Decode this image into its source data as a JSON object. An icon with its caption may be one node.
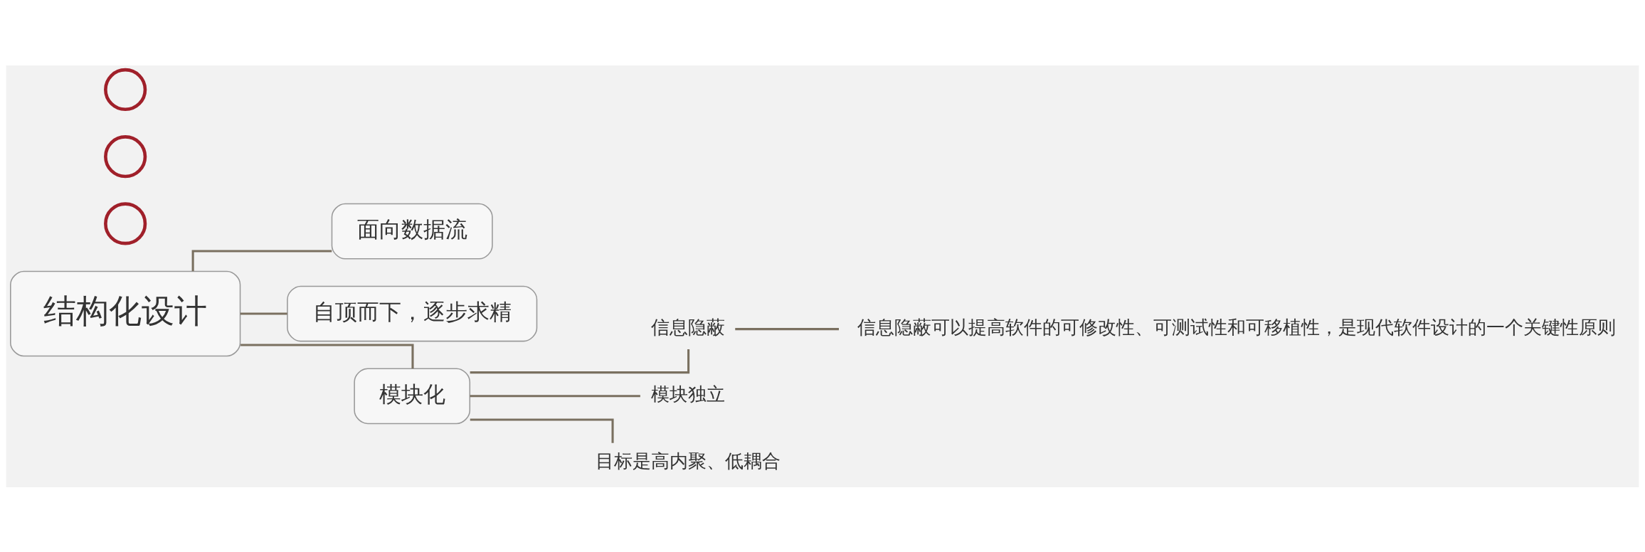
{
  "diagram": {
    "nodes": [
      {
        "text": [
          "结构化设计"
        ]
      },
      {
        "text": [
          "面向数据流"
        ]
      },
      {
        "text": [
          "自顶而下，逐步求精"
        ]
      },
      {
        "text": [
          "模块化"
        ]
      },
      {
        "text": [
          "信息隐蔽"
        ]
      },
      {
        "text": [
          "模块独立"
        ]
      },
      {
        "text": [
          "目标是高内聚、低耦合"
        ]
      },
      {
        "text": [
          "信息隐蔽可以提高软件的可修改性、可测试性和可移植性，是现代软件设计的一个关键性原则"
        ]
      },
      {
        "text": [],
        "shape": "circle"
      },
      {
        "text": [],
        "shape": "circle"
      },
      {
        "text": [],
        "shape": "circle"
      }
    ],
    "edges": [
      {
        "from": 0,
        "to": 1,
        "arrow": "none"
      },
      {
        "from": 0,
        "to": 2,
        "arrow": "none"
      },
      {
        "from": 0,
        "to": 3,
        "arrow": "none"
      },
      {
        "from": 3,
        "to": 4,
        "arrow": "none"
      },
      {
        "from": 3,
        "to": 5,
        "arrow": "none"
      },
      {
        "from": 3,
        "to": 6,
        "arrow": "none"
      },
      {
        "from": 4,
        "to": 7,
        "arrow": "none"
      }
    ]
  }
}
